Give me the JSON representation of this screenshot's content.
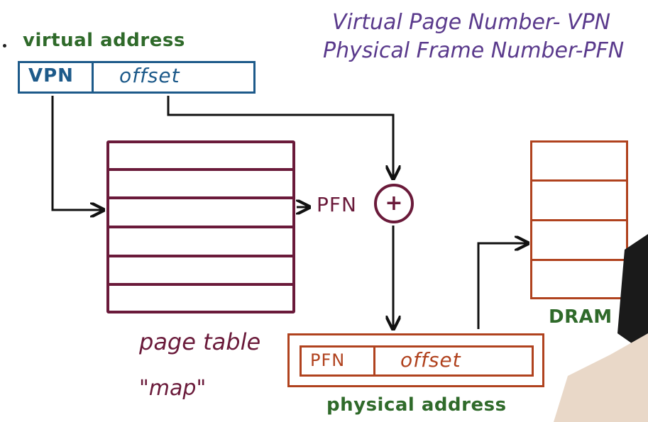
{
  "definitions": {
    "vpn": "Virtual Page Number- VPN",
    "pfn": "Physical Frame Number-PFN"
  },
  "virtual_address": {
    "title": "virtual address",
    "field_vpn": "VPN",
    "field_offset": "offset"
  },
  "page_table": {
    "label": "page table",
    "sublabel": "\"map\"",
    "rows": 6,
    "output_label": "PFN"
  },
  "adder": {
    "symbol": "+"
  },
  "physical_address": {
    "title": "physical address",
    "field_pfn": "PFN",
    "field_offset": "offset"
  },
  "dram": {
    "label": "DRAM",
    "rows": 4
  },
  "colors": {
    "virtual": "#1d5a8a",
    "table": "#6a1a3a",
    "physical": "#b0421e",
    "label_green": "#2f6a2a",
    "handwriting_purple": "#5a3a8c",
    "arrow": "#111111"
  }
}
